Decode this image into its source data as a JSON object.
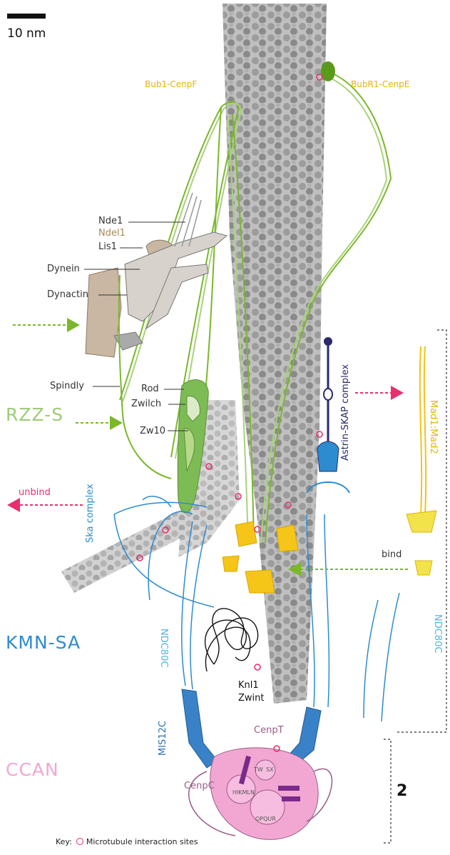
{
  "scale_bar": {
    "label": "10 nm"
  },
  "labels": {
    "bub1_cenpf": "Bub1-CenpF",
    "bubr1_cenpe": "BubR1-CenpE",
    "nde1": "Nde1",
    "ndel1": "Ndel1",
    "lis1": "Lis1",
    "dynein": "Dynein",
    "dynactin": "Dynactin",
    "spindly": "Spindly",
    "rod": "Rod",
    "zwilch": "Zwilch",
    "zw10": "Zw10",
    "rzz_s": "RZZ-S",
    "unbind": "unbind",
    "ska_complex": "Ska complex",
    "ndc80c_left": "NDC80C",
    "ndc80c_right": "NDC80C",
    "kmn_sa": "KMN-SA",
    "knl1": "Knl1",
    "zwint": "Zwint",
    "mis12c": "MIS12C",
    "cenpt": "CenpT",
    "cenpc": "CenpC",
    "ccan": "CCAN",
    "astrin_skap": "Astrin-SKAP complex",
    "mad1_mad2": "Mad1:Mad2",
    "bind": "bind",
    "bracket_number": "2",
    "ccan_tw": "TW",
    "ccan_sx": "SX",
    "ccan_hikmln": "HIKMLN",
    "ccan_opqur": "OPQUR"
  },
  "key": {
    "prefix": "Key:",
    "text": "Microtubule interaction sites"
  },
  "colors": {
    "green": "#7ab82a",
    "light_green": "#a8d27a",
    "rzz_text": "#9ccc78",
    "yellow": "#f2c21b",
    "pink": "#e8306f",
    "blue": "#2d8bd0",
    "light_blue": "#4fb3e6",
    "navy": "#2a2a6e",
    "dark_blue": "#2f6fb0",
    "ccan_pink": "#f2a7d2",
    "mauve": "#9a5c88",
    "purple": "#7a2a8a",
    "brown": "#c9b7a3",
    "gray": "#9a9a9a",
    "dark_text": "#222222"
  }
}
